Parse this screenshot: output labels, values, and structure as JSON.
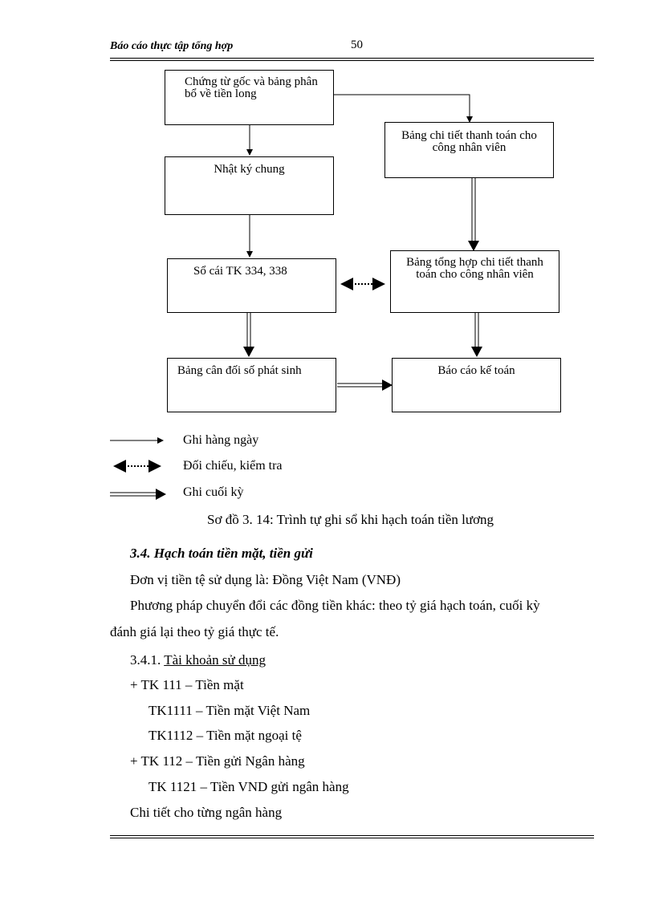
{
  "header": {
    "title": "Báo cáo thực tập tổng hợp",
    "page_number": "50"
  },
  "diagram": {
    "boxes": {
      "source_docs": "Chứng từ gốc và bảng phân bổ về tiền long",
      "payment_detail": "Bảng chi tiết thanh toán cho công nhân viên",
      "general_journal": "Nhật ký chung",
      "ledger": "Sổ cái TK 334, 338",
      "summary_detail": "Bảng tổng hợp chi tiết thanh toán cho công nhân viên",
      "trial_balance": "Bảng cân đối số phát sinh",
      "financial_report": "Báo cáo kế toán"
    },
    "legend": {
      "daily": "Ghi hàng ngày",
      "reconcile": "Đối chiếu, kiểm tra",
      "period_end": "Ghi cuối kỳ"
    },
    "caption": "Sơ đồ 3. 14: Trình tự ghi sổ khi hạch toán tiền lương"
  },
  "body": {
    "heading": "3.4. Hạch toán tiền mặt, tiền gửi",
    "currency_line": "Đơn vị tiền tệ sử dụng là: Đồng Việt Nam (VNĐ)",
    "conversion_line1": "Phương pháp chuyển đổi các đồng tiền khác: theo tỷ giá hạch toán, cuối kỳ",
    "conversion_line2": "đánh giá lại theo tỷ giá thực tế.",
    "subsection_number": "3.4.1. ",
    "subsection_title": "Tài khoản sử dụng",
    "accounts": [
      "+ TK 111 – Tiền mặt",
      "TK1111 – Tiền mặt Việt Nam",
      "TK1112 – Tiền mặt ngoại tệ",
      "+ TK 112 – Tiền gửi Ngân hàng",
      "TK 1121 – Tiền VND gửi ngân hàng",
      "Chi tiết  cho từng ngân hàng"
    ]
  }
}
